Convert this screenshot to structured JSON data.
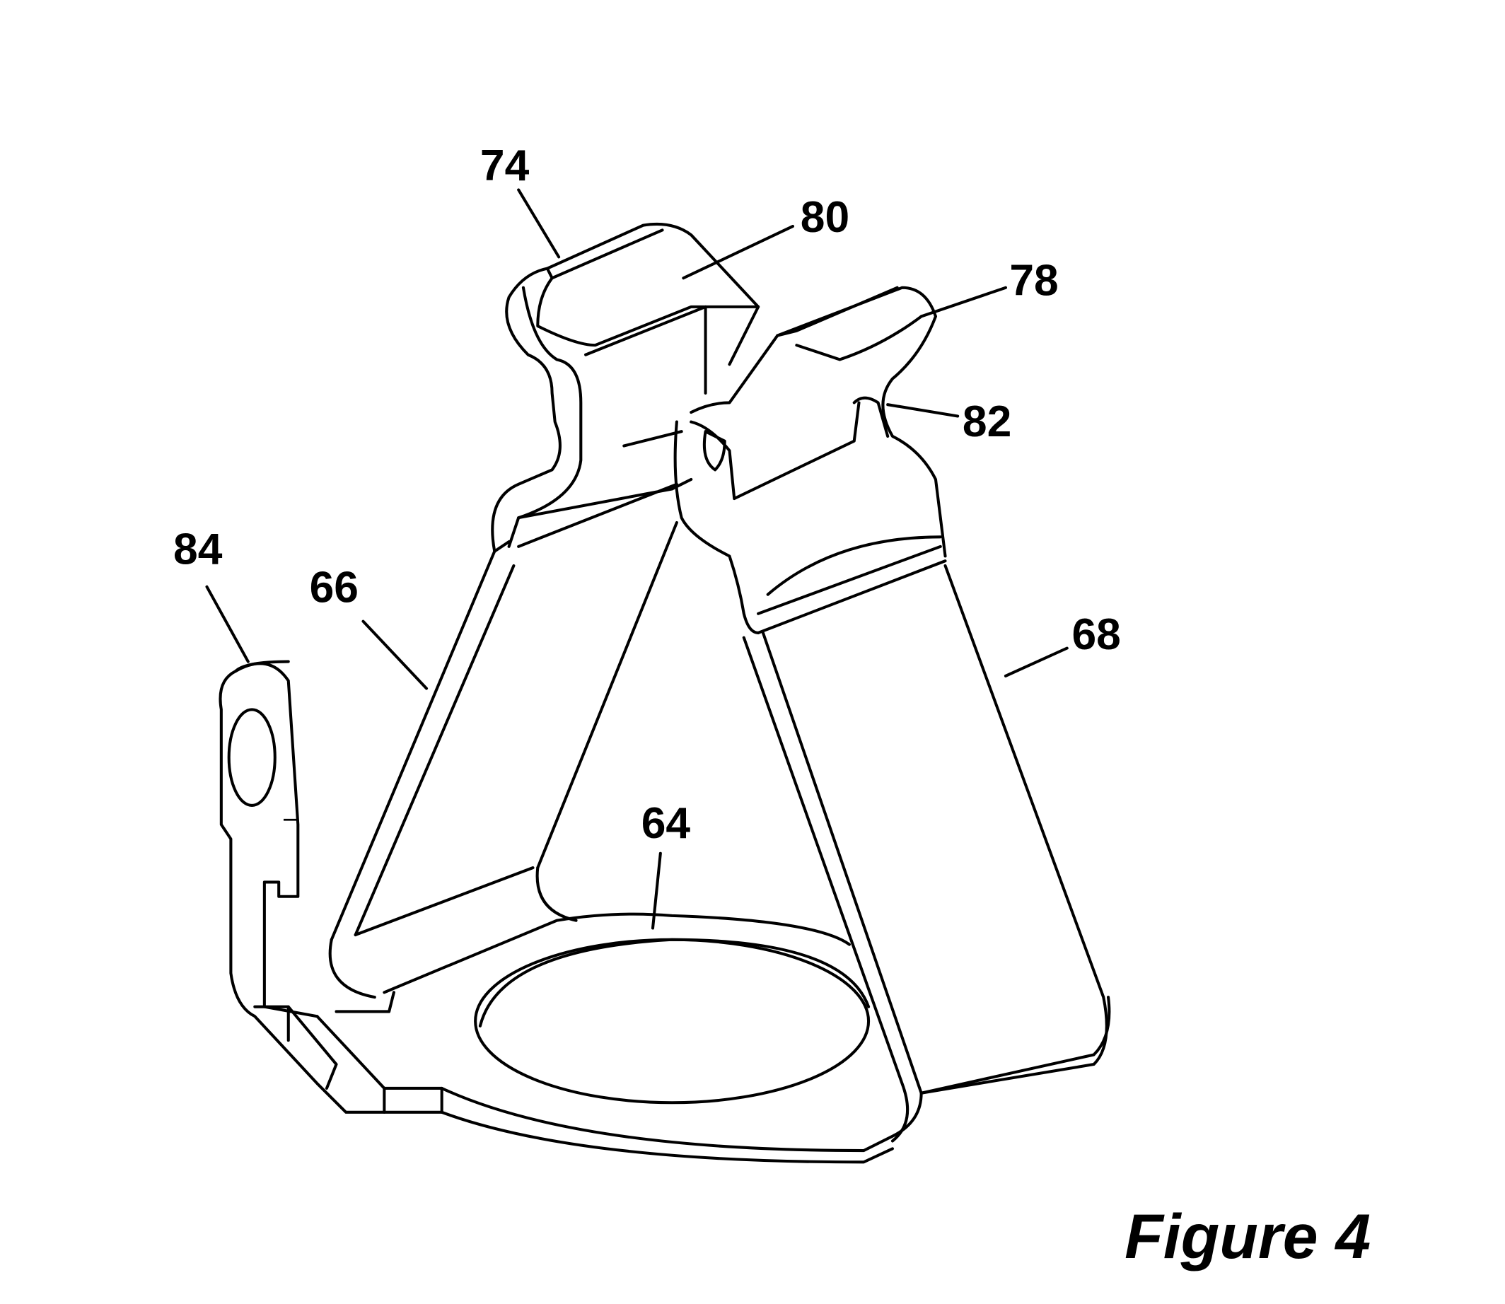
{
  "figure": {
    "caption": "Figure 4",
    "labels": {
      "l74": "74",
      "l80": "80",
      "l78": "78",
      "l82": "82",
      "l84": "84",
      "l66": "66",
      "l68": "68",
      "l64": "64"
    }
  }
}
